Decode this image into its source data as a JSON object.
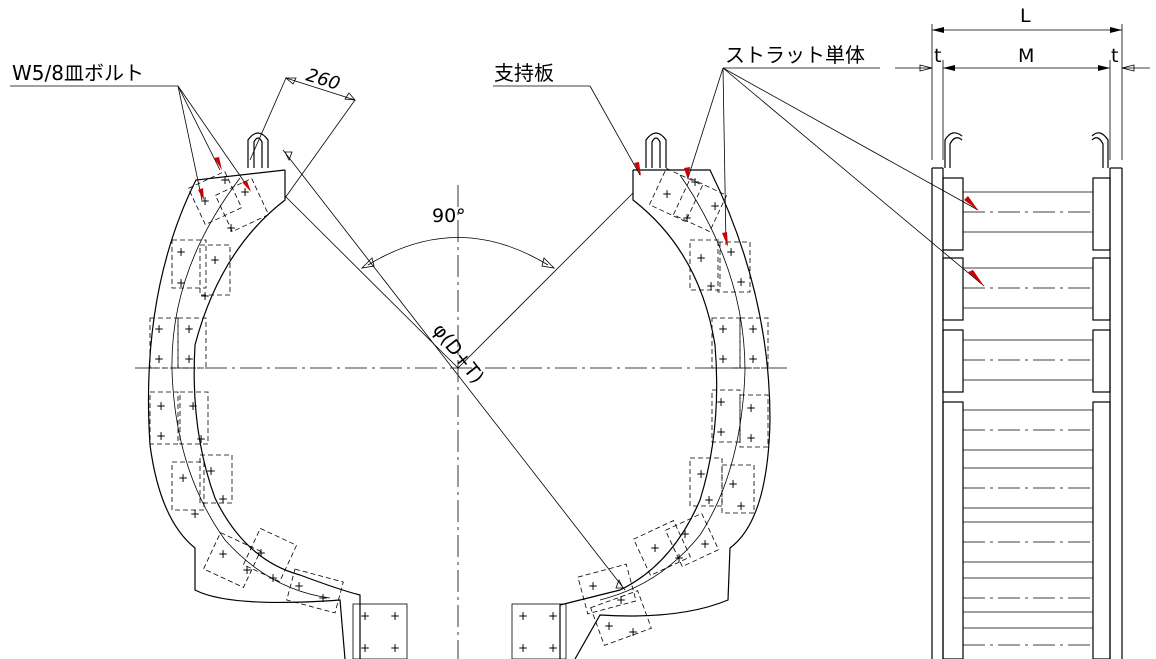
{
  "labels": {
    "bolt": "W5/8皿ボルト",
    "support_plate": "支持板",
    "strut_unit": "ストラット単体",
    "width_260": "260",
    "angle": "90°",
    "diameter": "φ(D+T)",
    "dim_L": "L",
    "dim_M": "M",
    "dim_t_left": "t",
    "dim_t_right": "t"
  },
  "colors": {
    "line": "#000000",
    "bolt_marker": "#cc0000",
    "background": "#ffffff"
  }
}
